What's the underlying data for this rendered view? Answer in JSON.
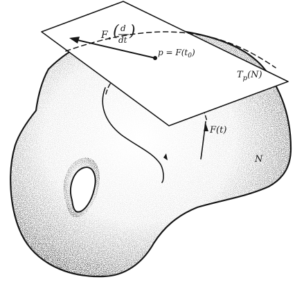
{
  "labels": {
    "pushforward_prefix": "F",
    "pushforward_star": "•",
    "deriv_num": "d",
    "deriv_den": "dt",
    "point_prefix": "p = F(t",
    "point_sub": "0",
    "point_suffix": ")",
    "tangent_space_T": "T",
    "tangent_space_p": "p",
    "tangent_space_N": "(N)",
    "curve": "F(t)",
    "manifold": "N"
  }
}
